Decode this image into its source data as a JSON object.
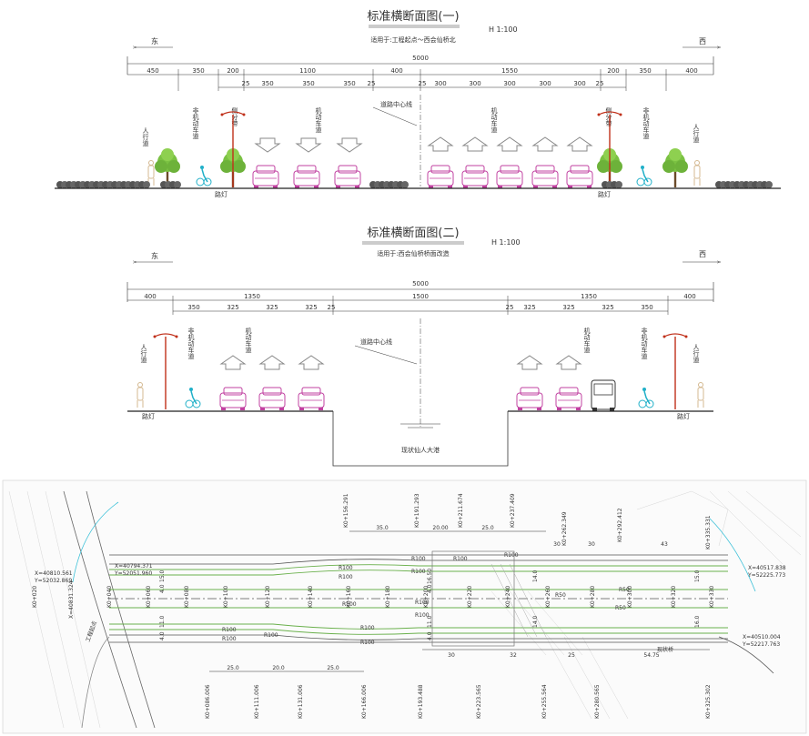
{
  "section1": {
    "title": "标准横断面图(一)",
    "subtitle": "适用于:工程起点～西会仙桥北",
    "scale": "H 1:100",
    "east": "东",
    "west": "西",
    "total": "5000",
    "dims_top": [
      "450",
      "350",
      "200",
      "1100",
      "400",
      "1550",
      "200",
      "350",
      "400"
    ],
    "dims_bottom": [
      "25",
      "350",
      "350",
      "350",
      "25",
      "25",
      "300",
      "300",
      "300",
      "300",
      "300",
      "25"
    ],
    "centerline": "道路中心线",
    "lamp": "路灯",
    "labels": {
      "sidewalk": "人行道",
      "nonmotor": "非机动车道",
      "greenbelt": "侧分带",
      "motor": "机动车道"
    }
  },
  "section2": {
    "title": "标准横断面图(二)",
    "subtitle": "适用于:西会仙桥桥面改造",
    "scale": "H 1:100",
    "east": "东",
    "west": "西",
    "total": "5000",
    "dims_top": [
      "400",
      "1350",
      "1500",
      "1350",
      "400"
    ],
    "dims_bottom": [
      "350",
      "325",
      "325",
      "325",
      "25",
      "25",
      "325",
      "325",
      "325",
      "350"
    ],
    "centerline": "道路中心线",
    "lamp": "路灯",
    "river": "现状仙人大港",
    "labels": {
      "sidewalk": "人行道",
      "nonmotor": "非机动车道",
      "motor": "机动车道"
    }
  },
  "plan": {
    "stations_top": [
      "K0+156.291",
      "K0+191.293",
      "K0+211.674",
      "K0+237.409",
      "K0+262.349",
      "K0+292.412",
      "K0+335.331"
    ],
    "stations_bottom": [
      "K0+086.006",
      "K0+111.006",
      "K0+131.006",
      "K0+166.006",
      "K0+193.488",
      "K0+223.565",
      "K0+255.564",
      "K0+280.565",
      "K0+325.302"
    ],
    "stations_mid": [
      "K0+020",
      "K0+040",
      "K0+060",
      "K0+080",
      "K0+100",
      "K0+120",
      "K0+140",
      "K0+160",
      "K0+180",
      "K0+200",
      "K0+220",
      "K0+240",
      "K0+260",
      "K0+280",
      "K0+300",
      "K0+320",
      "K0+330"
    ],
    "coords_left": [
      "X=40810.561",
      "Y=52032.869"
    ],
    "coords_right": [
      "X=40517.838",
      "Y=52225.773"
    ],
    "coords_right2": [
      "X=40510.004",
      "Y=52217.763"
    ],
    "coord_left_mid": "X=40794.371",
    "coord_left_mid2": "Y=52051.960",
    "coord_left3": "X=40831.324",
    "dims_top": [
      "35.0",
      "20.00",
      "25.0",
      "30",
      "30",
      "43"
    ],
    "dims_bottom": [
      "25.0",
      "20.0",
      "25.0",
      "30",
      "32",
      "25",
      "54.75"
    ],
    "radii": [
      "R100",
      "R100",
      "R100",
      "R100",
      "R100",
      "R100",
      "R100",
      "R100",
      "R100",
      "R100",
      "R100",
      "R100",
      "R100",
      "R100",
      "R50",
      "R50",
      "R50"
    ],
    "road_note": "工程起点",
    "bridge_note": "现状桥",
    "lane_widths": [
      "15.0",
      "4.0",
      "11.0",
      "4.0",
      "16.50",
      "4.0",
      "11.0",
      "4.0",
      "14.0",
      "14.0",
      "15.0",
      "16.0"
    ]
  }
}
